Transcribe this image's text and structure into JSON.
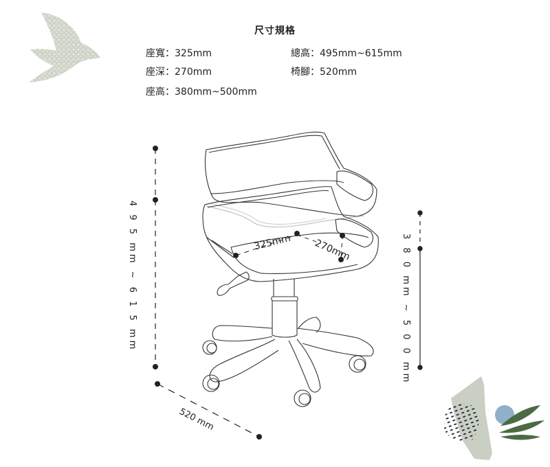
{
  "title": "尺寸規格",
  "specs": [
    {
      "key": "座寬",
      "sep": "：",
      "value": "325mm"
    },
    {
      "key": "座深",
      "sep": "：",
      "value": "270mm"
    },
    {
      "key": "座高",
      "sep": "：",
      "value": "380mm~500mm"
    },
    {
      "key": "總高",
      "sep": "：",
      "value": "495mm~615mm"
    },
    {
      "key": "椅腳",
      "sep": "：",
      "value": "520mm"
    }
  ],
  "diagram": {
    "total_height_label": "4 9 5 mm ~ 6 1 5 mm",
    "seat_height_label": "3 8 0 mm ~ 5 0 0 mm",
    "base_label": "520 mm",
    "seat_width_label": "325mm",
    "seat_depth_label": "270mm"
  },
  "colors": {
    "line": "#222222",
    "sage": "#c9d1c3",
    "sage_light": "#d3d8cc",
    "blue": "#8fb0c9",
    "leaf": "#4c6b44",
    "dots": "#1e2a3a"
  },
  "decorations": [
    "bird-shape-icon",
    "leaf-cluster-icon"
  ]
}
